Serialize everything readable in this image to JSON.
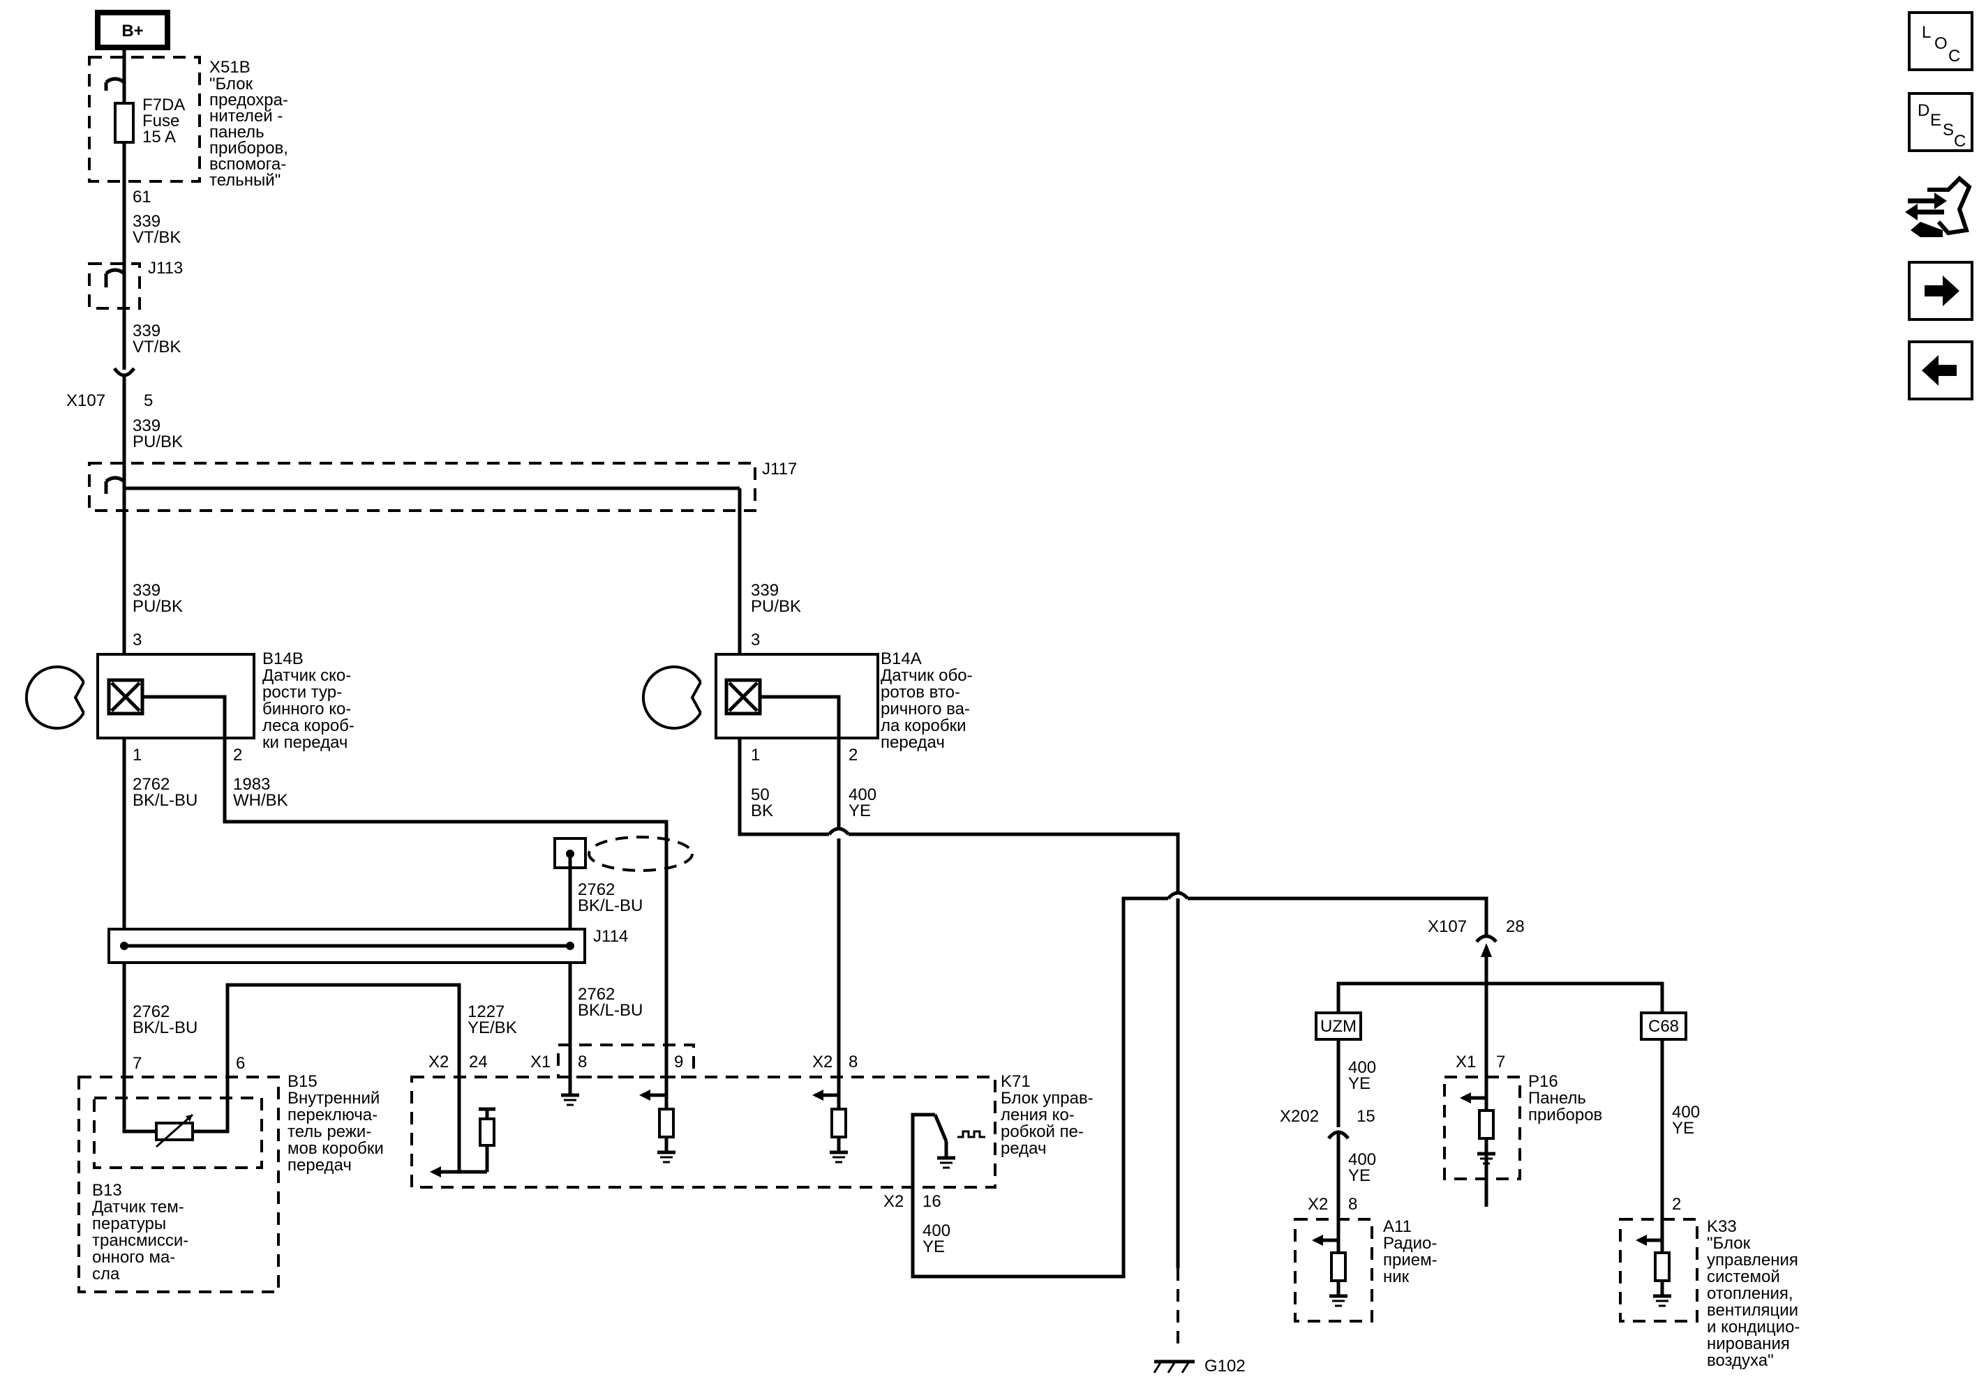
{
  "power": {
    "label": "B+"
  },
  "fuse_block": {
    "connector": "X51B",
    "name_lines": [
      "\"Блок",
      "предохра-",
      "нителей -",
      "панель",
      "приборов,",
      "вспомога-",
      "тельный\""
    ],
    "fuse_lines": [
      "F7DA",
      "Fuse",
      "15 A"
    ],
    "pin": "61"
  },
  "wires": {
    "w339_vtbk_a": [
      "339",
      "VT/BK"
    ],
    "w339_vtbk_b": [
      "339",
      "VT/BK"
    ],
    "w339_pubk_a": [
      "339",
      "PU/BK"
    ],
    "w339_pubk_b": [
      "339",
      "PU/BK"
    ],
    "w339_pubk_c": [
      "339",
      "PU/BK"
    ],
    "w2762_a": [
      "2762",
      "BK/L-BU"
    ],
    "w1983": [
      "1983",
      "WH/BK"
    ],
    "w2762_b": [
      "2762",
      "BK/L-BU"
    ],
    "w2762_c": [
      "2762",
      "BK/L-BU"
    ],
    "w2762_d": [
      "2762",
      "BK/L-BU"
    ],
    "w1227": [
      "1227",
      "YE/BK"
    ],
    "w50": [
      "50",
      "BK"
    ],
    "w400_a": [
      "400",
      "YE"
    ],
    "w400_b": [
      "400",
      "YE"
    ],
    "w400_c": [
      "400",
      "YE"
    ],
    "w400_d": [
      "400",
      "YE"
    ],
    "w400_e": [
      "400",
      "YE"
    ]
  },
  "splices": {
    "j113": "J113",
    "j117": "J117",
    "j114": "J114"
  },
  "connector_x107": {
    "label": "X107",
    "pin_top": "5",
    "pin_right": "28"
  },
  "b14b": {
    "id": "B14B",
    "name_lines": [
      "Датчик ско-",
      "рости тур-",
      "бинного ко-",
      "леса короб-",
      "ки передач"
    ],
    "pin3": "3",
    "pin1": "1",
    "pin2": "2"
  },
  "b14a": {
    "id": "B14A",
    "name_lines": [
      "Датчик обо-",
      "ротов вто-",
      "ричного ва-",
      "ла коробки",
      "передач"
    ],
    "pin3": "3",
    "pin1": "1",
    "pin2": "2"
  },
  "b15": {
    "id": "B15",
    "name_lines": [
      "Внутренний",
      "переключа-",
      "тель режи-",
      "мов коробки",
      "передач"
    ],
    "pin7": "7",
    "pin6": "6"
  },
  "b13": {
    "id": "B13",
    "name_lines": [
      "Датчик тем-",
      "пературы",
      "трансмисси-",
      "онного ма-",
      "сла"
    ]
  },
  "k71": {
    "id": "K71",
    "name_lines": [
      "Блок управ-",
      "ления ко-",
      "робкой пе-",
      "редач"
    ],
    "x2_24": [
      "X2",
      "24"
    ],
    "x1_8": [
      "X1",
      "8"
    ],
    "pin9": "9",
    "x2_8": [
      "X2",
      "8"
    ],
    "x2_16": [
      "X2",
      "16"
    ]
  },
  "ground": {
    "label": "G102"
  },
  "uzm": {
    "label": "UZM"
  },
  "c68": {
    "label": "C68"
  },
  "x202": {
    "label": "X202",
    "pin": "15"
  },
  "a11": {
    "id": "A11",
    "name_lines": [
      "Радио-",
      "прием-",
      "ник"
    ],
    "conn": [
      "X2",
      "8"
    ]
  },
  "p16": {
    "id": "P16",
    "name_lines": [
      "Панель",
      "приборов"
    ],
    "conn": [
      "X1",
      "7"
    ]
  },
  "k33": {
    "id": "K33",
    "name_lines": [
      "\"Блок",
      "управления",
      "системой",
      "отопления,",
      "вентиляции",
      "и кондицио-",
      "нирования",
      "воздуха\""
    ],
    "pin": "2"
  },
  "nav": {
    "loc": [
      "L",
      "O",
      "C"
    ],
    "desc": [
      "D",
      "E",
      "S",
      "C"
    ],
    "icons": [
      "connector-tool-icon",
      "arrow-right-icon",
      "arrow-left-icon"
    ]
  }
}
